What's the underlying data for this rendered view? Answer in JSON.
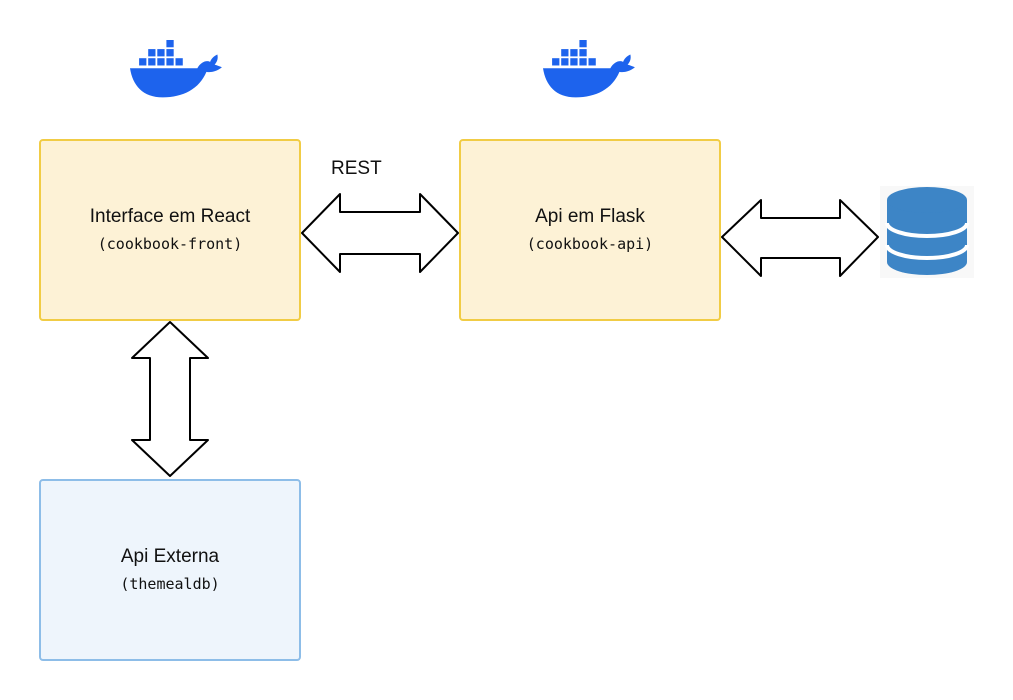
{
  "nodes": {
    "front": {
      "title": "Interface em React",
      "subtitle": "(cookbook-front)"
    },
    "api": {
      "title": "Api em Flask",
      "subtitle": "(cookbook-api)"
    },
    "external": {
      "title": "Api Externa",
      "subtitle": "(themealdb)"
    }
  },
  "edges": {
    "front_api_label": "REST"
  },
  "icons": {
    "container": "docker-whale-icon",
    "database": "database-icon"
  },
  "colors": {
    "service_fill": "#fdf2d6",
    "service_border": "#f1cc45",
    "external_fill": "#eef5fc",
    "external_border": "#8dbde8",
    "docker_blue": "#1d63ed",
    "db_blue": "#3d85c6"
  }
}
